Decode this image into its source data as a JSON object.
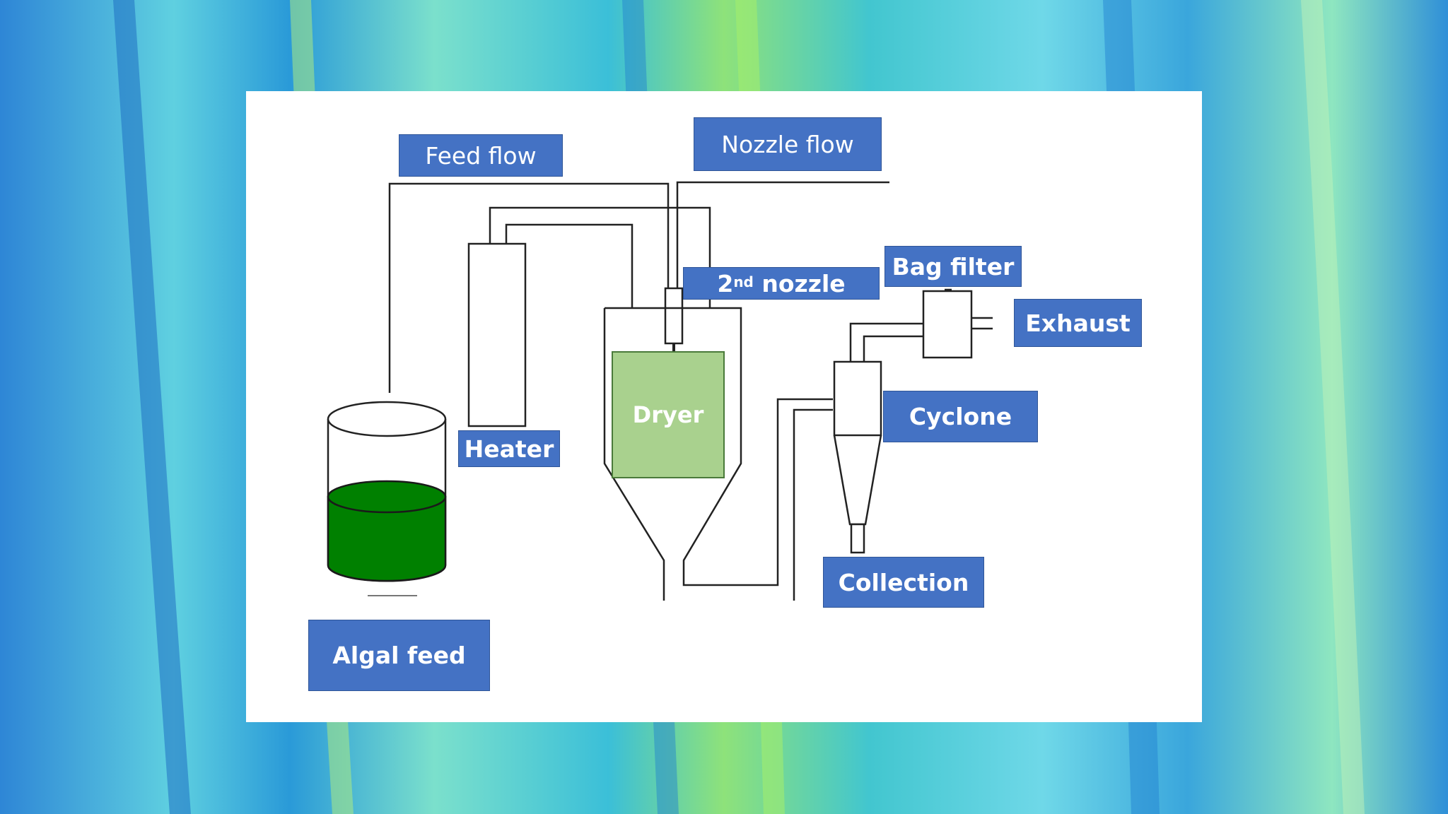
{
  "colors": {
    "label_fill": "#4472c4",
    "dryer_fill": "#a9d18e",
    "algae_fill": "#008000",
    "background_teal": "#3fc3d4",
    "background_blue": "#3a8fd8",
    "background_green": "#88d878"
  },
  "labels": {
    "feed_flow": "Feed flow",
    "nozzle_flow": "Nozzle flow",
    "second_nozzle_base": "2",
    "second_nozzle_sup": "nd",
    "second_nozzle_rest": " nozzle",
    "bag_filter": "Bag filter",
    "exhaust": "Exhaust",
    "heater": "Heater",
    "dryer": "Dryer",
    "cyclone": "Cyclone",
    "collection": "Collection",
    "algal_feed": "Algal feed"
  }
}
